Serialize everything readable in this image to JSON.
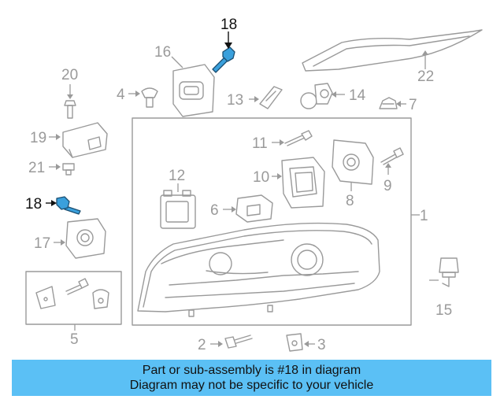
{
  "diagram": {
    "callouts": {
      "c1": "1",
      "c2": "2",
      "c3": "3",
      "c4": "4",
      "c5": "5",
      "c6": "6",
      "c7": "7",
      "c8": "8",
      "c9": "9",
      "c10": "10",
      "c11": "11",
      "c12": "12",
      "c13": "13",
      "c14": "14",
      "c15": "15",
      "c16": "16",
      "c17": "17",
      "c18a": "18",
      "c18b": "18",
      "c19": "19",
      "c20": "20",
      "c21": "21",
      "c22": "22"
    },
    "highlighted_part": "18",
    "colors": {
      "part_line": "#9a9a9a",
      "highlight_fill": "#3aa0dc",
      "banner_bg": "#5bc0f5"
    }
  },
  "banner": {
    "line1": "Part or sub-assembly is #18 in diagram",
    "line2": "Diagram may not be specific to your vehicle"
  }
}
